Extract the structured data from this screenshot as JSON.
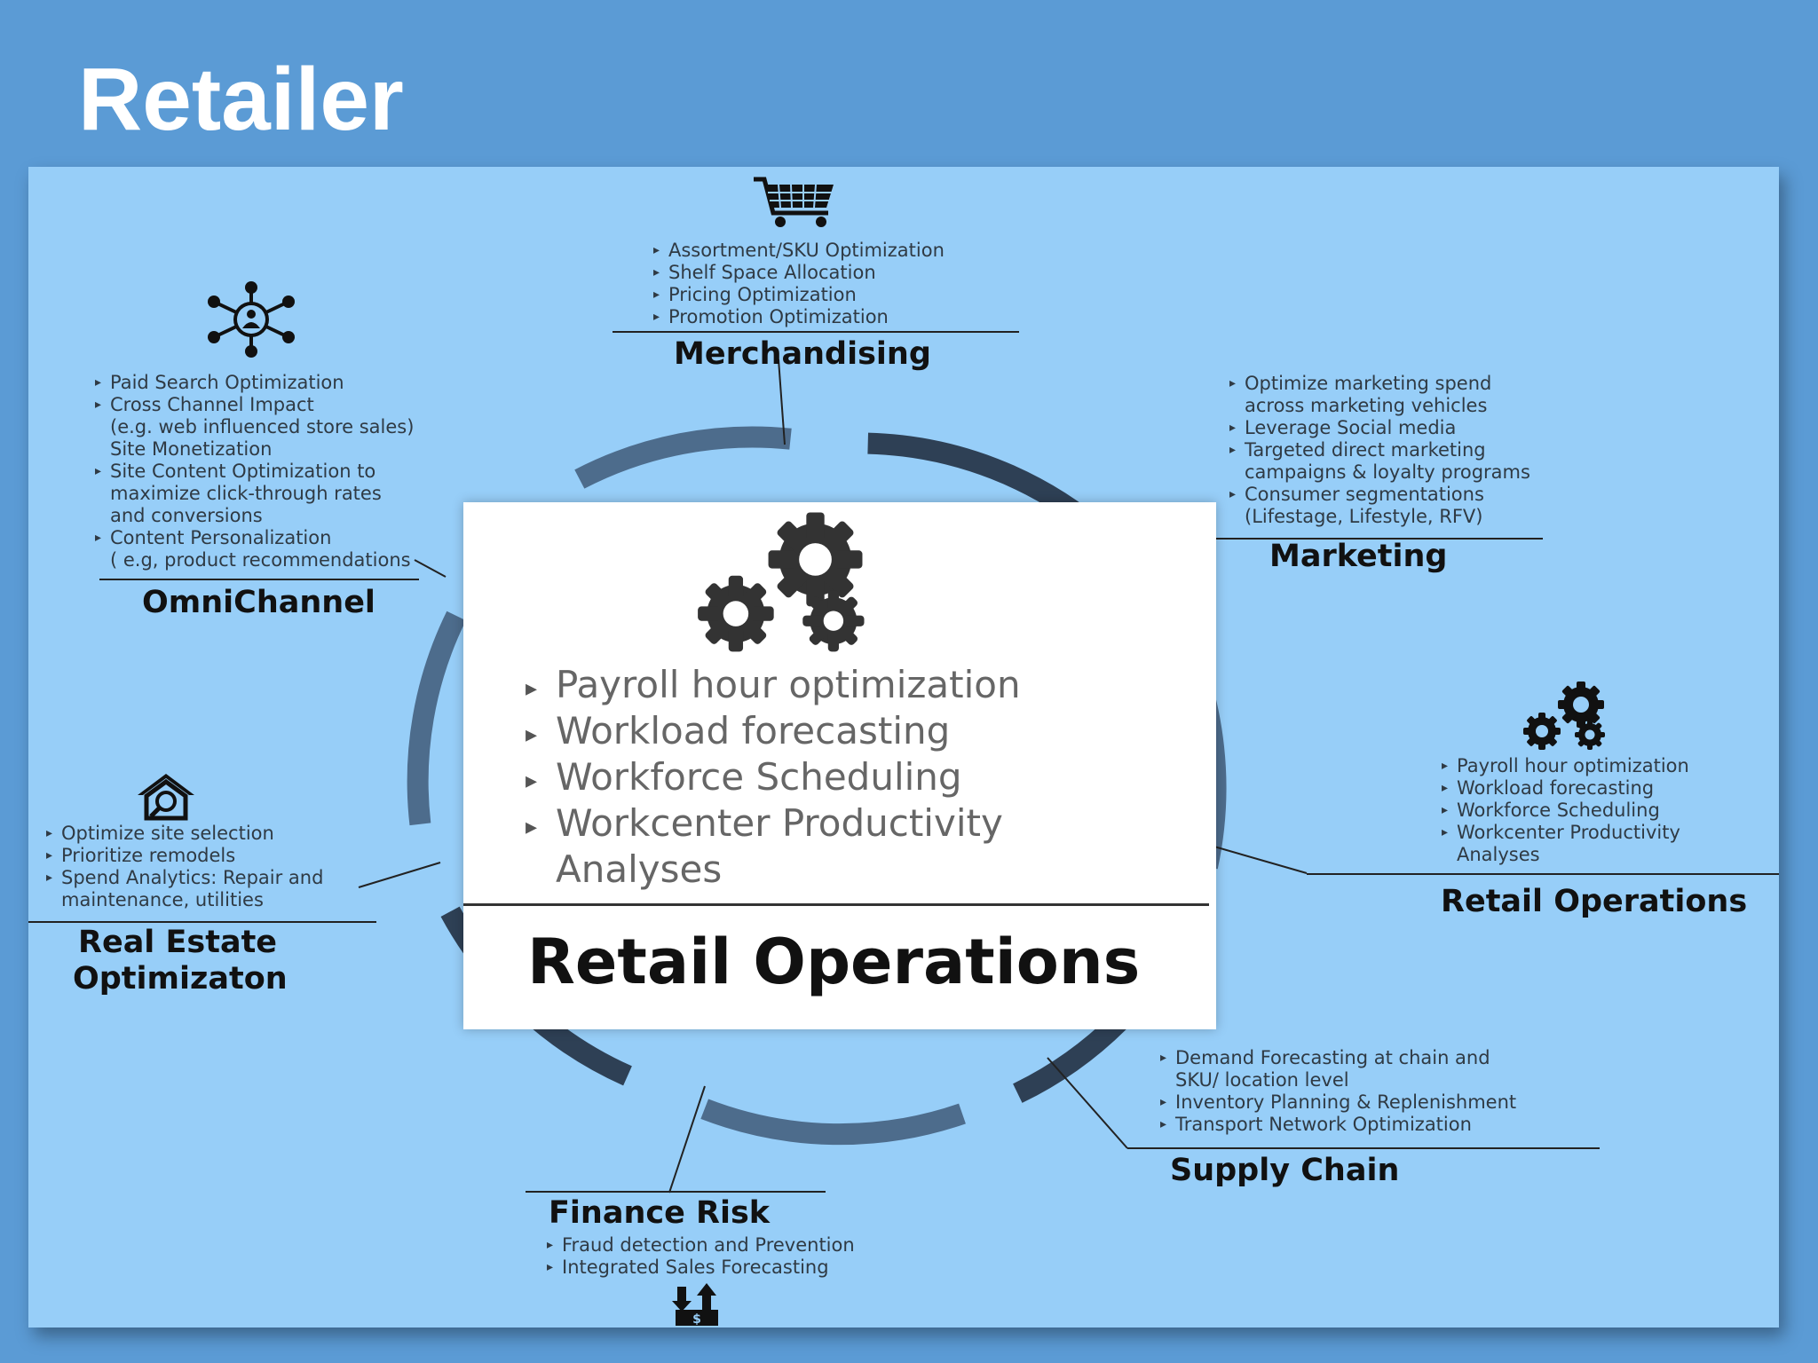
{
  "slide_title": "Retailer",
  "center": {
    "items": [
      "Payroll hour optimization",
      "Workload forecasting",
      "Workforce Scheduling",
      "Workcenter Productivity",
      "Analyses"
    ],
    "title": "Retail Operations"
  },
  "merchandising": {
    "items": [
      "Assortment/SKU Optimization",
      "Shelf Space Allocation",
      "Pricing Optimization",
      "Promotion Optimization"
    ],
    "title": "Merchandising"
  },
  "omnichannel": {
    "items": [
      "Paid Search Optimization",
      "Cross Channel Impact",
      "(e.g. web influenced store sales)",
      "Site Monetization",
      "Site Content Optimization to",
      "maximize click-through rates",
      "and conversions",
      "Content Personalization",
      "( e.g, product recommendations"
    ],
    "title": "OmniChannel"
  },
  "marketing": {
    "items": [
      "Optimize marketing spend",
      "across marketing vehicles",
      "Leverage Social media",
      "Targeted direct marketing",
      "campaigns & loyalty programs",
      "Consumer segmentations",
      "(Lifestage, Lifestyle, RFV)"
    ],
    "title": "Marketing"
  },
  "retail_operations": {
    "items": [
      "Payroll hour optimization",
      "Workload forecasting",
      "Workforce Scheduling",
      "Workcenter Productivity",
      "Analyses"
    ],
    "title": "Retail Operations"
  },
  "real_estate": {
    "items": [
      "Optimize site selection",
      "Prioritize remodels",
      "Spend Analytics: Repair and",
      "maintenance, utilities"
    ],
    "title_line1": "Real Estate",
    "title_line2": "Optimizaton"
  },
  "supply_chain": {
    "items": [
      "Demand Forecasting at chain and",
      "SKU/ location level",
      "Inventory Planning & Replenishment",
      "Transport Network Optimization"
    ],
    "title": "Supply Chain"
  },
  "finance_risk": {
    "title": "Finance Risk",
    "items": [
      "Fraud detection and Prevention",
      "Integrated Sales Forecasting"
    ]
  },
  "colors": {
    "slide_bg": "#5b9bd5",
    "panel_bg": "#97cef8",
    "ring_dark": "#2e4055",
    "ring_mid": "#4d6c8c"
  },
  "icons": {
    "merchandising": "shopping-cart-icon",
    "omnichannel": "network-person-icon",
    "retail_operations": "gears-icon",
    "real_estate": "house-search-icon",
    "finance_risk": "money-arrows-icon",
    "center": "gears-icon"
  }
}
